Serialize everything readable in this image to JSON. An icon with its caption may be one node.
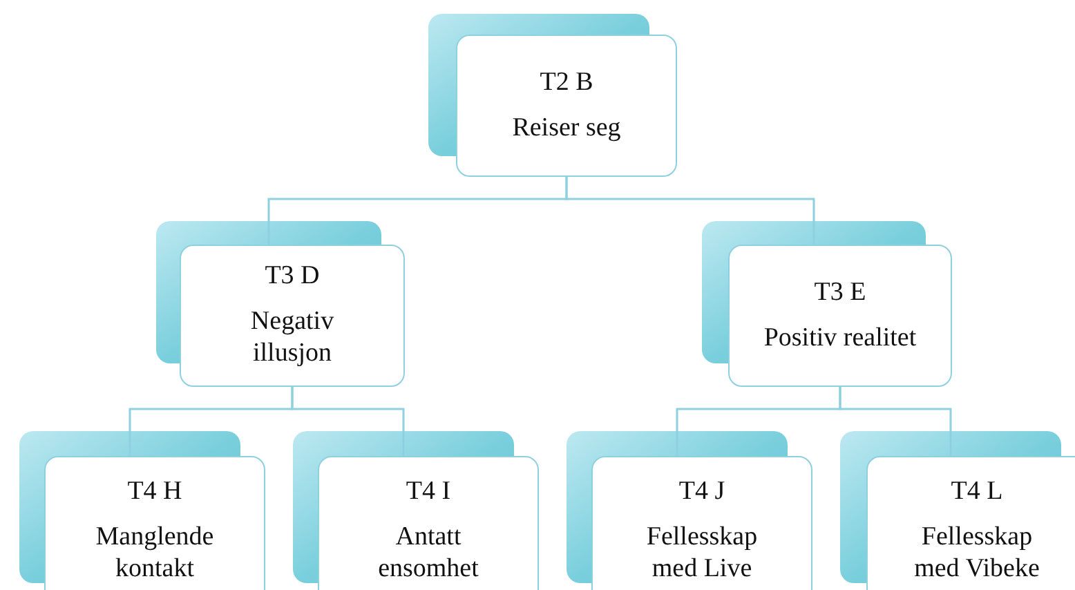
{
  "diagram": {
    "nodes": [
      {
        "text": [
          "T2 B",
          "Reiser seg"
        ]
      },
      {
        "text": [
          "T3 D",
          "Negativ illusjon"
        ]
      },
      {
        "text": [
          "T3 E",
          "Positiv realitet"
        ]
      },
      {
        "text": [
          "T4 H",
          "Manglende kontakt"
        ]
      },
      {
        "text": [
          "T4 I",
          "Antatt ensomhet"
        ]
      },
      {
        "text": [
          "T4 J",
          "Fellesskap med Live"
        ]
      },
      {
        "text": [
          "T4 L",
          "Fellesskap med Vibeke"
        ]
      }
    ],
    "edges": [
      {
        "from": 0,
        "to": 1,
        "arrow": "none"
      },
      {
        "from": 0,
        "to": 2,
        "arrow": "none"
      },
      {
        "from": 1,
        "to": 3,
        "arrow": "none"
      },
      {
        "from": 1,
        "to": 4,
        "arrow": "none"
      },
      {
        "from": 2,
        "to": 5,
        "arrow": "none"
      },
      {
        "from": 2,
        "to": 6,
        "arrow": "none"
      }
    ]
  }
}
